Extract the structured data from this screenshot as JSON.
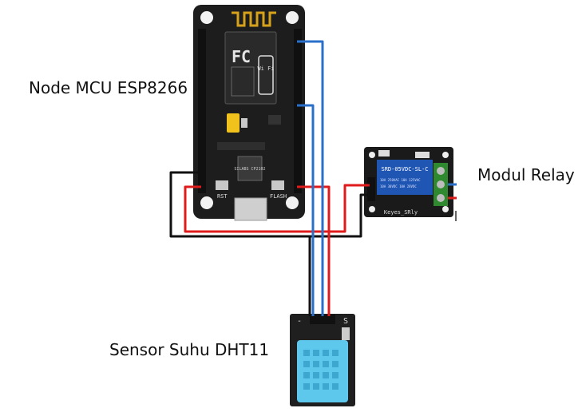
{
  "labels": {
    "nodemcu": "Node MCU ESP8266",
    "relay": "Modul Relay",
    "sensor": "Sensor Suhu DHT11"
  },
  "board": {
    "rst_label": "RST",
    "flash_label": "FLASH",
    "chip_label": "SILABS CP2102",
    "module_marks": "FC",
    "wifi_mark": "Wi Fi"
  },
  "relay_module": {
    "part_number": "SRD-05VDC-SL-C",
    "brand": "Keyes_SRly"
  },
  "sensor_module": {
    "pin_minus": "-",
    "pin_signal": "S"
  },
  "wire_colors": {
    "black": "#111111",
    "red": "#e01b1b",
    "blue": "#2a6fc9"
  }
}
